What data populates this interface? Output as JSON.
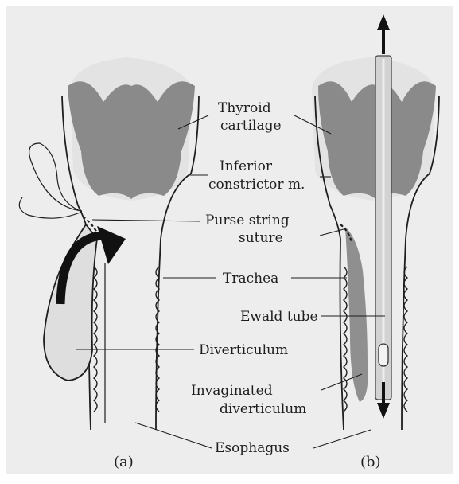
{
  "labels": {
    "thyroid_cartilage_1": "Thyroid",
    "thyroid_cartilage_2": "cartilage",
    "inferior_constrictor_1": "Inferior",
    "inferior_constrictor_2": "constrictor m.",
    "purse_string_1": "Purse string",
    "purse_string_2": "suture",
    "trachea": "Trachea",
    "ewald_tube": "Ewald tube",
    "diverticulum": "Diverticulum",
    "invaginated_1": "Invaginated",
    "invaginated_2": "diverticulum",
    "esophagus": "Esophagus"
  },
  "panels": {
    "a": "(a)",
    "b": "(b)"
  },
  "colors": {
    "paper": "#ededed",
    "cartilage": "#8a8a8a",
    "soft_tissue": "#dcdcdc",
    "ink": "#1e1e1e",
    "tube": "#d2d2d2"
  }
}
